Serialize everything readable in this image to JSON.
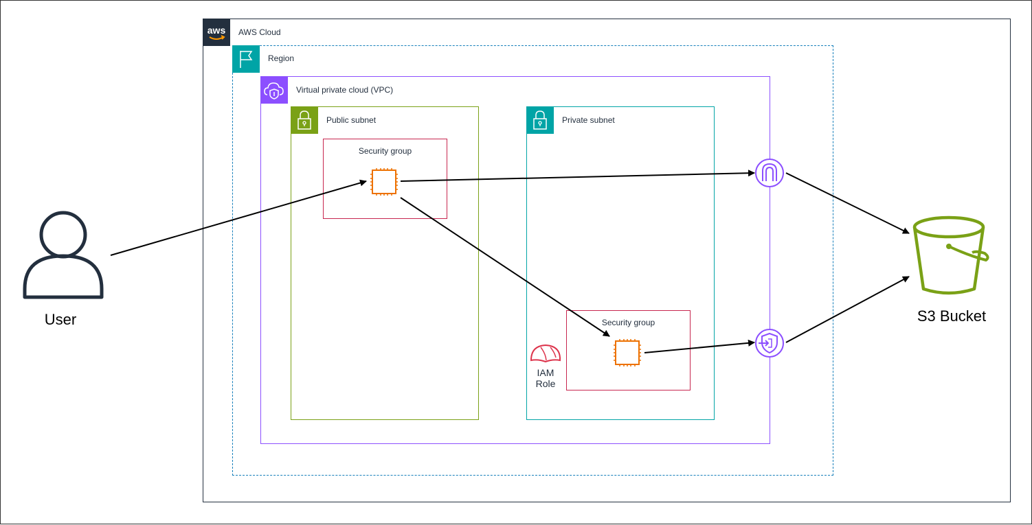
{
  "actors": {
    "user_label": "User"
  },
  "groups": {
    "aws_cloud": {
      "label": "AWS Cloud",
      "logo_text": "aws"
    },
    "region": {
      "label": "Region"
    },
    "vpc": {
      "label": "Virtual private cloud (VPC)"
    },
    "public_subnet": {
      "label": "Public subnet"
    },
    "private_subnet": {
      "label": "Private subnet"
    },
    "sg_public": {
      "label": "Security group"
    },
    "sg_private": {
      "label": "Security group"
    }
  },
  "nodes": {
    "iam_role": {
      "label_line1": "IAM",
      "label_line2": "Role"
    },
    "s3_bucket": {
      "label": "S3 Bucket"
    }
  },
  "colors": {
    "aws_cloud_border": "#232f3e",
    "region_border": "#147eba",
    "region_tag": "#00a4a6",
    "vpc_border": "#8c4fff",
    "public_subnet": "#7aa116",
    "private_subnet": "#00a4a6",
    "security_group": "#c7254e",
    "ec2": "#ed7100",
    "endpoint": "#8c4fff",
    "s3": "#7aa116",
    "iam": "#dd344c"
  }
}
